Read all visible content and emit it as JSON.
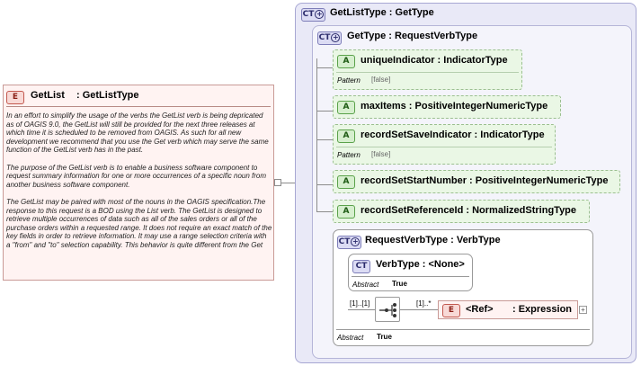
{
  "left_element": {
    "badge": "E",
    "name": "GetList",
    "type": ": GetListType",
    "doc_paragraphs": [
      "In an effort to simplify the usage of the verbs the GetList verb is being depricated as of OAGIS 9.0, the GetList will still be provided for the next three releases at which time it is scheduled to be removed from OAGIS. As such for all new development we recommend that you use the Get verb which may serve the same function of the GetList verb has in the past.",
      "The purpose of the GetList verb is to enable a business software component to request summary information for one or more occurrences of a specific noun from another business software component.",
      "The GetList may be paired with most of the nouns in the OAGIS specification.The response to this request is a BOD using the List verb. The GetList is designed to retrieve multiple occurrences of data such as all of the sales orders or all of the purchase orders within a requested range.  It does not require an exact match of the key fields in order to retrieve information.  It may use a range selection criteria with a \"from\" and \"to\" selection capability.  This behavior is quite different from the Get"
    ]
  },
  "outer_type": {
    "badge": "CT",
    "title": "GetListType : GetType"
  },
  "base_type": {
    "badge": "CT",
    "title": "GetType : RequestVerbType"
  },
  "attributes": [
    {
      "badge": "A",
      "title": "uniqueIndicator : IndicatorType",
      "facet_label": "Pattern",
      "facet_value": "[false]"
    },
    {
      "badge": "A",
      "title": "maxItems : PositiveIntegerNumericType"
    },
    {
      "badge": "A",
      "title": "recordSetSaveIndicator : IndicatorType",
      "facet_label": "Pattern",
      "facet_value": "[false]"
    },
    {
      "badge": "A",
      "title": "recordSetStartNumber : PositiveIntegerNumericType"
    },
    {
      "badge": "A",
      "title": "recordSetReferenceId : NormalizedStringType"
    }
  ],
  "request_verb_type": {
    "badge": "CT",
    "title": "RequestVerbType : VerbType"
  },
  "verb_type": {
    "badge": "CT",
    "title": "VerbType : <None>",
    "prop_label": "Abstract",
    "prop_value": "True"
  },
  "sequence": {
    "occurs": "[1]..[1]",
    "child_occurs": "[1]..*",
    "child": {
      "badge": "E",
      "name": "<Ref>",
      "type": ": Expression",
      "expand": "+"
    }
  },
  "request_abstract": {
    "label": "Abstract",
    "value": "True"
  }
}
